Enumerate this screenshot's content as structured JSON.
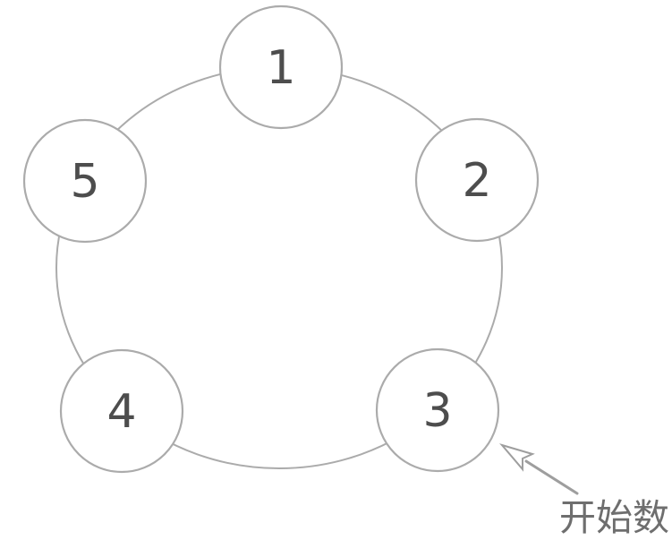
{
  "diagram": {
    "type": "circular-counting-ring",
    "nodes": [
      {
        "label": "1"
      },
      {
        "label": "2"
      },
      {
        "label": "3"
      },
      {
        "label": "4"
      },
      {
        "label": "5"
      }
    ],
    "annotation": {
      "label": "开始数",
      "points_to_node": "3"
    },
    "colors": {
      "line": "#ababab",
      "node_fill": "#ffffff",
      "number": "#4d4d4d",
      "arrow": "#9e9e9e",
      "label": "#6e6e6e"
    }
  }
}
